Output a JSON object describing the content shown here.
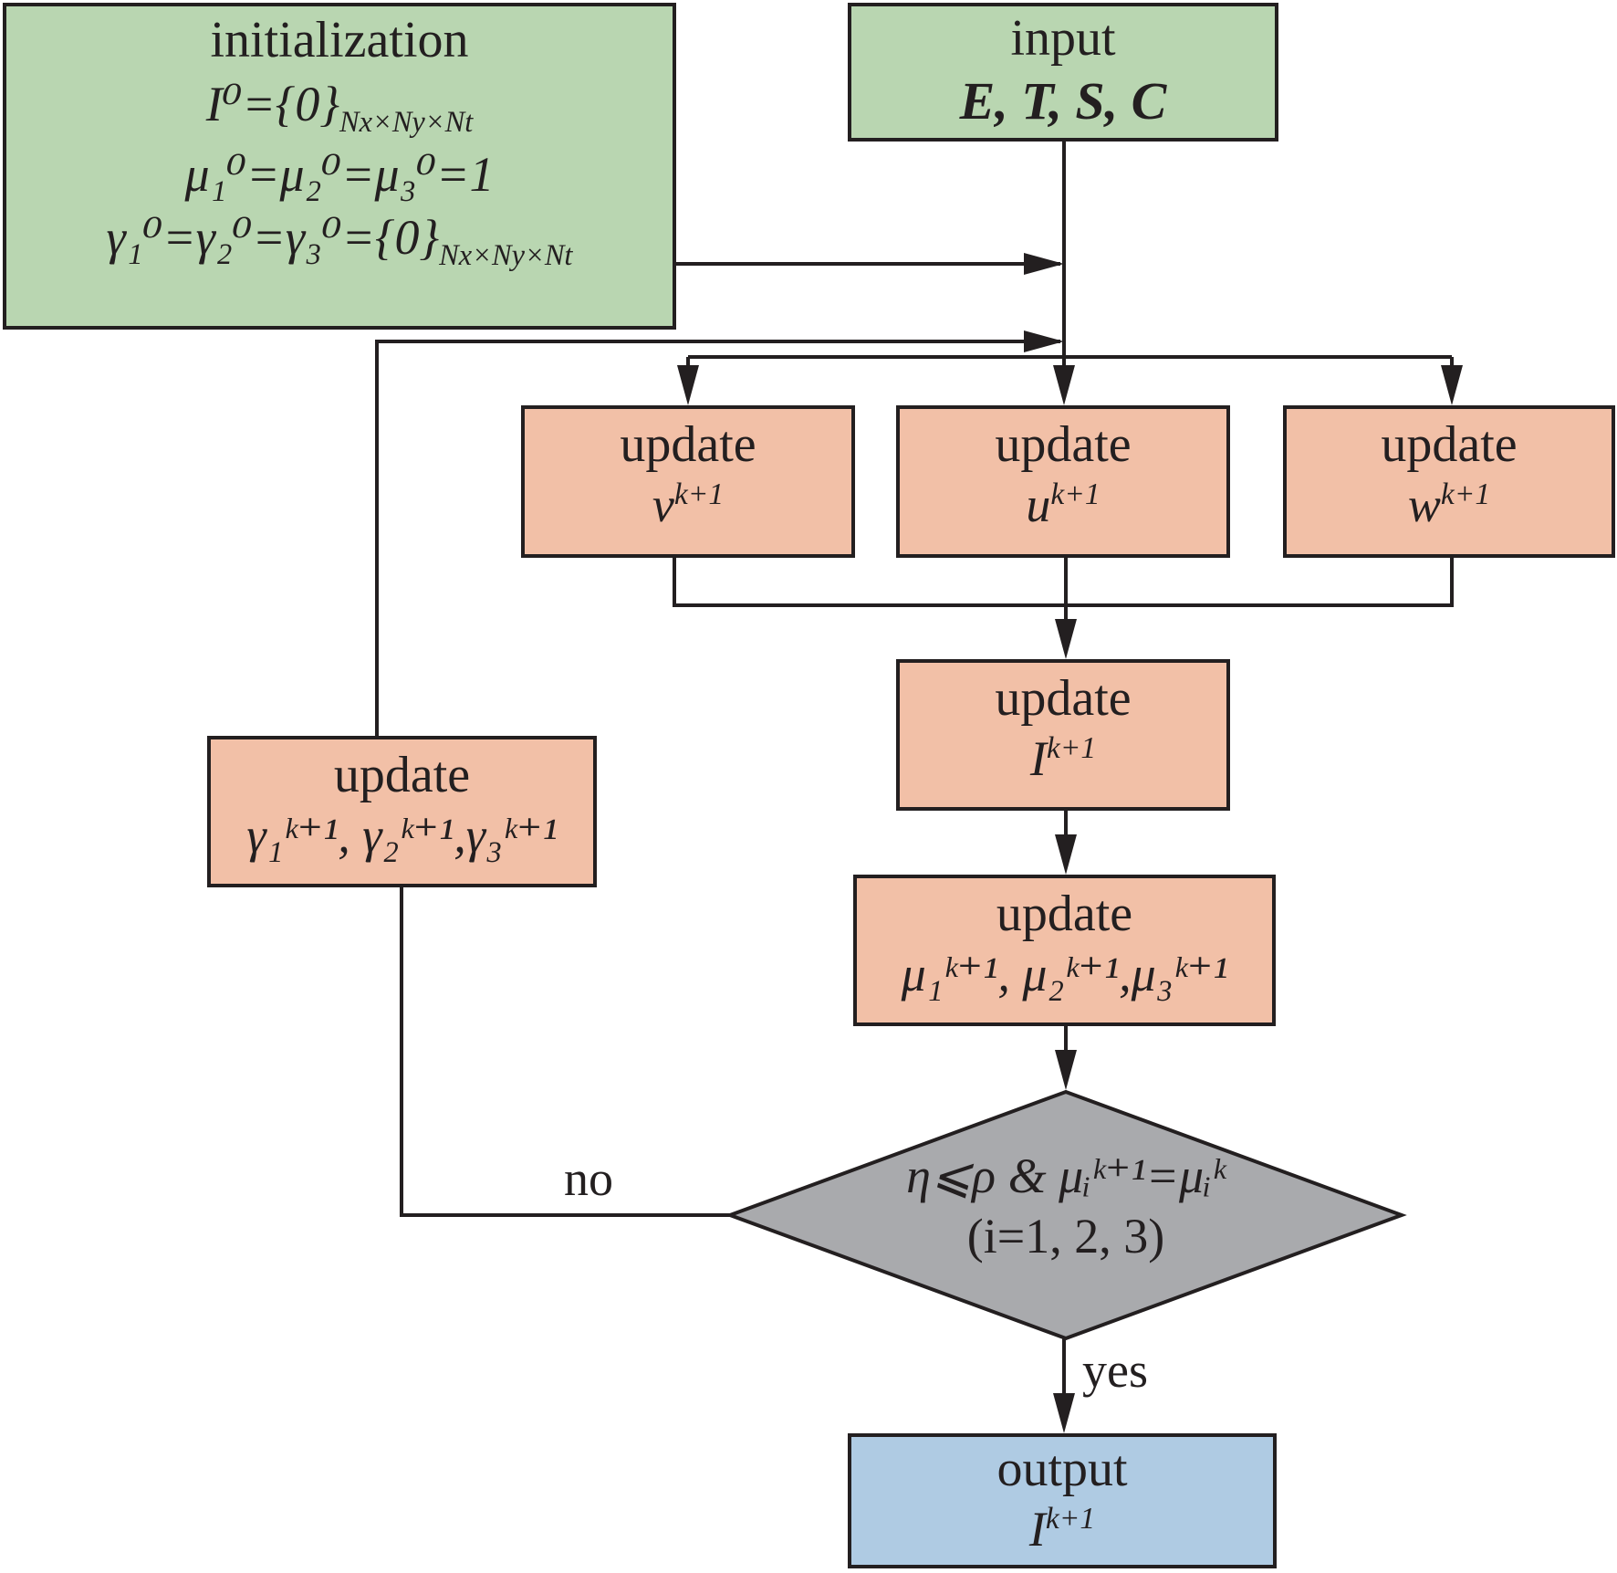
{
  "colors": {
    "init_fill": "#b9d6b1",
    "update_fill": "#f2c0a7",
    "decision_fill": "#a9aaad",
    "output_fill": "#afcbe3",
    "stroke": "#231f20"
  },
  "init": {
    "title": "initialization",
    "eq1": "I⁰={0}",
    "eq1_sub": "Nx×Ny×Nt",
    "eq2": "μ₁⁰=μ₂⁰=μ₃⁰=1",
    "eq3": "γ₁⁰=γ₂⁰=γ₃⁰={0}",
    "eq3_sub": "Nx×Ny×Nt"
  },
  "input": {
    "title": "input",
    "vars": "E, T, S, C"
  },
  "update_v": {
    "title": "update",
    "var": "v",
    "sup": "k+1"
  },
  "update_u": {
    "title": "update",
    "var": "u",
    "sup": "k+1"
  },
  "update_w": {
    "title": "update",
    "var": "w",
    "sup": "k+1"
  },
  "update_I": {
    "title": "update",
    "var": "I",
    "sup": "k+1"
  },
  "update_mu": {
    "title": "update",
    "vars": "μ₁ᵏ⁺¹, μ₂ᵏ⁺¹,μ₃ᵏ⁺¹"
  },
  "update_gamma": {
    "title": "update",
    "vars": "γ₁ᵏ⁺¹, γ₂ᵏ⁺¹,γ₃ᵏ⁺¹"
  },
  "decision": {
    "line1": "η⩽ρ & μᵢᵏ⁺¹=μᵢᵏ",
    "line2": "(i=1, 2, 3)"
  },
  "labels": {
    "no": "no",
    "yes": "yes"
  },
  "output": {
    "title": "output",
    "var": "I",
    "sup": "k+1"
  }
}
